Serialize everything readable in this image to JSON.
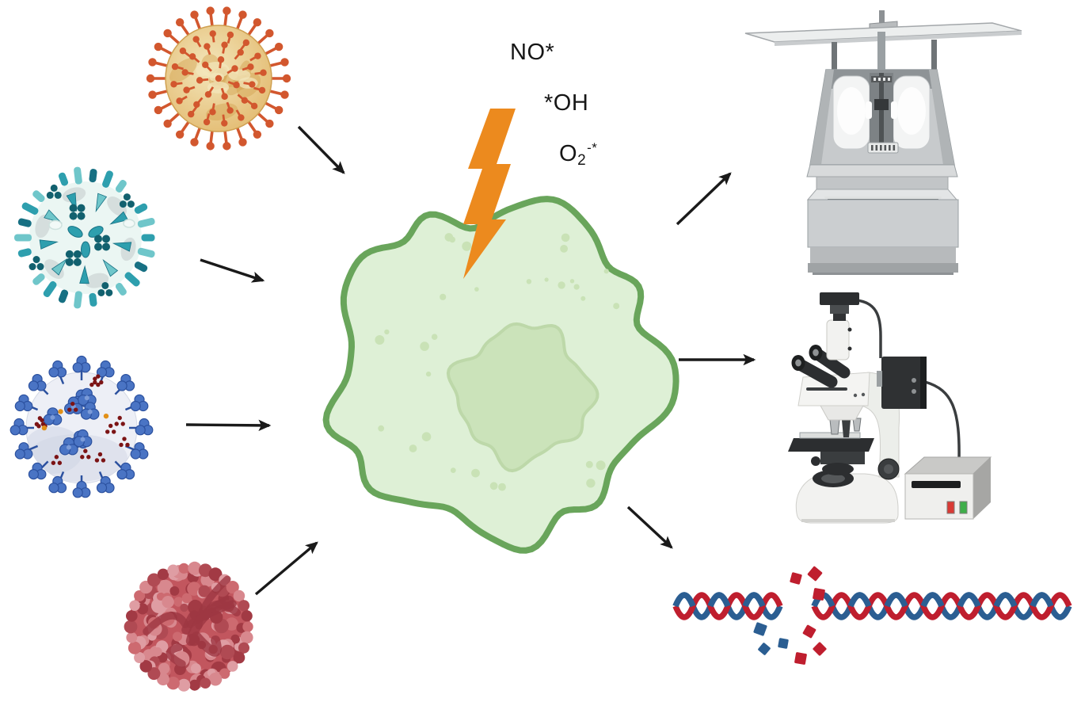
{
  "labels": {
    "nitric_oxide": "NO*",
    "hydroxyl": "*OH",
    "superoxide_base": "O",
    "superoxide_sub": "2",
    "superoxide_sup": "-*"
  },
  "icons": {
    "orange_virus": "spiked-virus-icon",
    "teal_virus": "enveloped-virus-icon",
    "blue_virus": "coronavirus-icon",
    "red_virus": "capsid-virus-icon",
    "host_cell": "host-cell-icon",
    "lightning": "lightning-bolt-icon",
    "instrument": "lab-analyzer-icon",
    "microscope": "fluorescence-microscope-icon",
    "dna": "broken-dna-icon",
    "arrow": "arrow-icon"
  },
  "palette": {
    "background": "#ffffff",
    "text": "#161616",
    "arrow": "#1a1a1a",
    "lightning": "#ec8a1e",
    "cell": {
      "fill": "#def0d6",
      "stroke": "#69a55b",
      "nucleus_fill": "#cbe3ba",
      "nucleus_stroke": "#bdd8a9",
      "dot": "#c9e2b6"
    },
    "orange_virus": {
      "body": "#e2b86c",
      "body_light": "#f3e6bb",
      "mottle": "#d3a14f",
      "spike": "#d2572e"
    },
    "teal_virus": {
      "body": "#ebf6f3",
      "patch": "#d5dedd",
      "spike_dark": "#177083",
      "spike_mid": "#2e9fae",
      "spike_light": "#6fc6ca",
      "cluster": "#12616f"
    },
    "blue_virus": {
      "body": "#edeff6",
      "shade": "#d9dde9",
      "spike": "#4a74c4",
      "spike_dark": "#2c519f",
      "dot_red": "#7c1415",
      "dot_orange": "#e29018"
    },
    "red_virus": {
      "base": "#c2565e",
      "bumps": [
        "#cd6a70",
        "#d8888e",
        "#b04a53",
        "#a23a44",
        "#df9da3"
      ],
      "curl": "#9e3742"
    },
    "dna": {
      "red": "#bf1e2e",
      "blue": "#2b5e92"
    },
    "instrument_colors": {
      "body": "#c7cacc",
      "window": "#63676b"
    },
    "microscope_colors": {
      "body": "#f2f2f0",
      "dark": "#2c2e30",
      "button_red": "#d93a35",
      "button_green": "#3fae4a"
    }
  }
}
